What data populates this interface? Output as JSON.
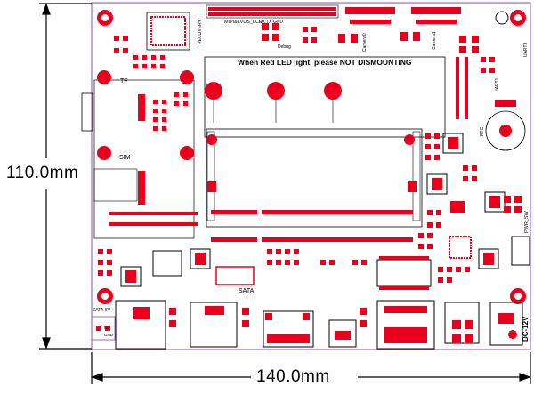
{
  "dimensions": {
    "height_label": "110.0mm",
    "width_label": "140.0mm"
  },
  "silkscreen": {
    "warning": "When Red LED light, please NOT DISMOUNTING",
    "recovery": "RECOVERY",
    "mipi_lvds": "MIPI&LVDS_LCD",
    "rx": "RX",
    "tx": "TX",
    "gnd": "GND",
    "debug": "Debug",
    "camera0": "Camera0",
    "camera1": "Camera1",
    "uart3": "UART3",
    "uart1": "UART1",
    "rtc": "RTC",
    "tf": "TF",
    "sim": "SIM",
    "sata": "SATA",
    "sata_5v": "SATA-5V",
    "pwr_sw": "PWR_SW",
    "dc_12v": "DC-12V",
    "v5": "5V",
    "gnd2": "GND"
  },
  "colors": {
    "pad": "#e8001c",
    "outline": "#9e6cc0",
    "line": "#000000"
  }
}
